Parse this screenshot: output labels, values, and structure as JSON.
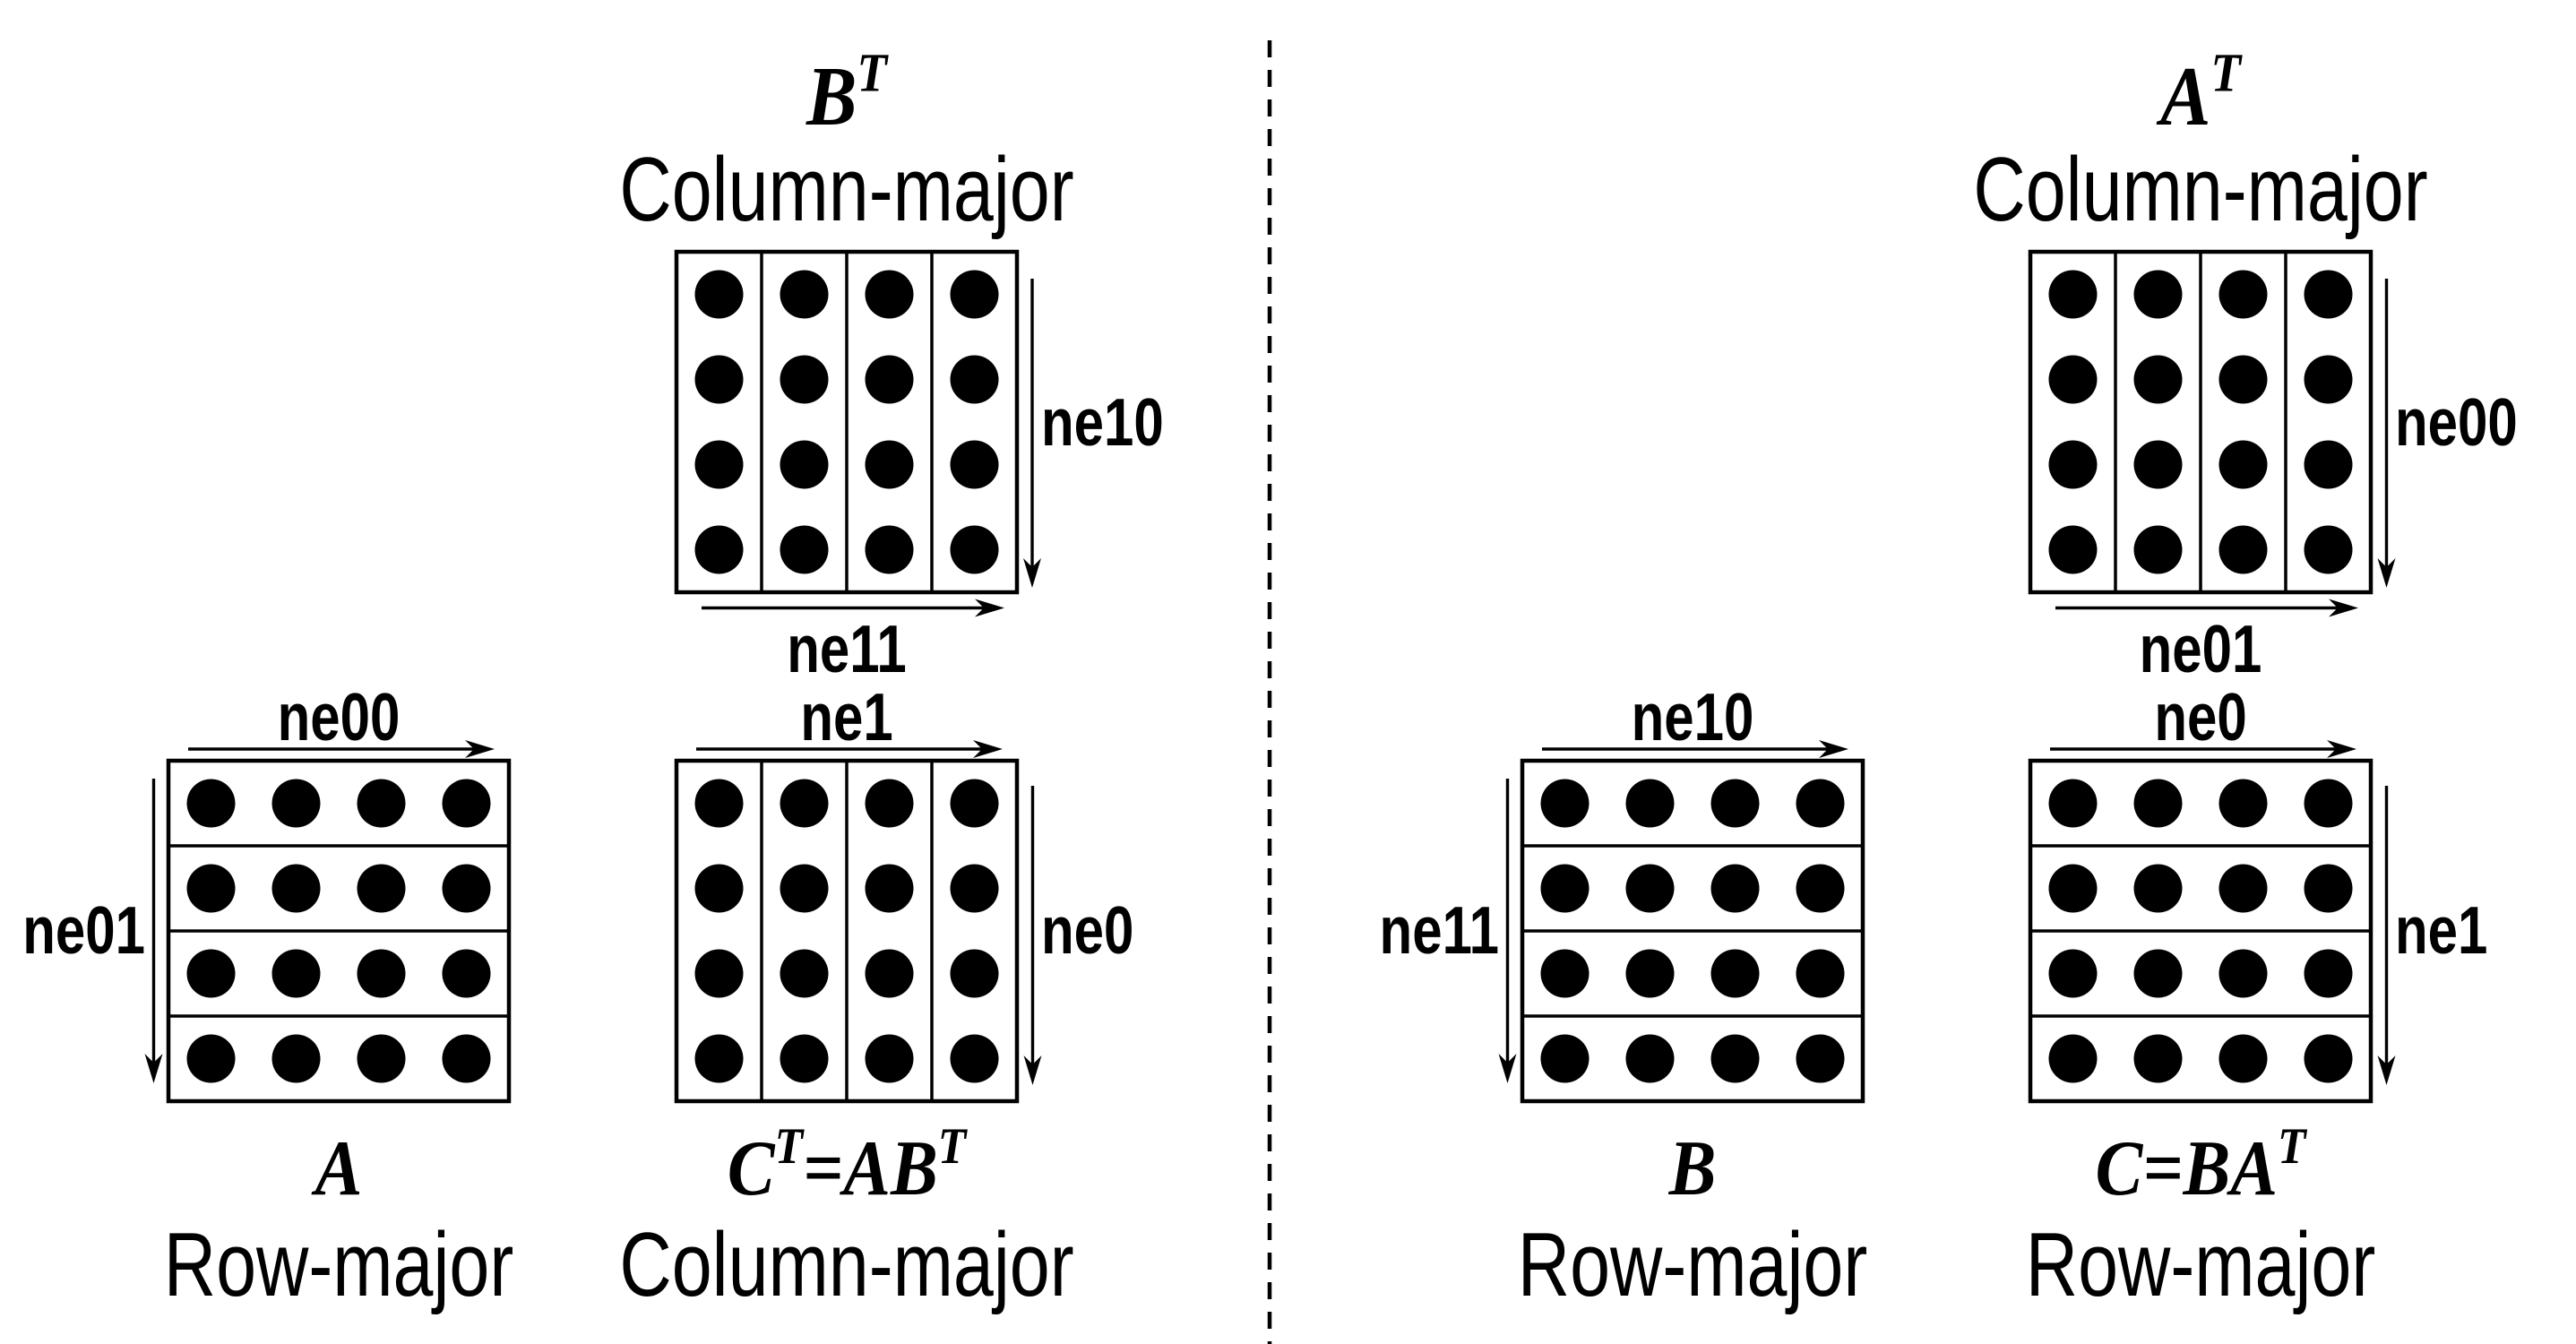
{
  "figure": {
    "colors": {
      "ink": "#000000",
      "paper": "#ffffff"
    },
    "divider": {
      "style": "dashed-vertical"
    },
    "grid": {
      "rows": 4,
      "cols": 4
    },
    "panels": [
      {
        "id": "bt",
        "math_title": "B^T",
        "storage_title": "Column-major",
        "storage": "column-major",
        "axis_side": {
          "label": "ne10"
        },
        "axis_flow": {
          "label": "ne11"
        }
      },
      {
        "id": "a",
        "caption_math": "A",
        "caption_storage": "Row-major",
        "storage": "row-major",
        "axis_flow": {
          "label": "ne00"
        },
        "axis_side": {
          "label": "ne01"
        }
      },
      {
        "id": "ct",
        "caption_math": "C^T=AB^T",
        "caption_storage": "Column-major",
        "storage": "column-major",
        "axis_flow": {
          "label": "ne1"
        },
        "axis_side": {
          "label": "ne0"
        }
      },
      {
        "id": "at",
        "math_title": "A^T",
        "storage_title": "Column-major",
        "storage": "column-major",
        "axis_side": {
          "label": "ne00"
        },
        "axis_flow": {
          "label": "ne01"
        }
      },
      {
        "id": "b",
        "caption_math": "B",
        "caption_storage": "Row-major",
        "storage": "row-major",
        "axis_flow": {
          "label": "ne10"
        },
        "axis_side": {
          "label": "ne11"
        }
      },
      {
        "id": "c",
        "caption_math": "C=BA^T",
        "caption_storage": "Row-major",
        "storage": "row-major",
        "axis_flow": {
          "label": "ne0"
        },
        "axis_side": {
          "label": "ne1"
        }
      }
    ]
  }
}
